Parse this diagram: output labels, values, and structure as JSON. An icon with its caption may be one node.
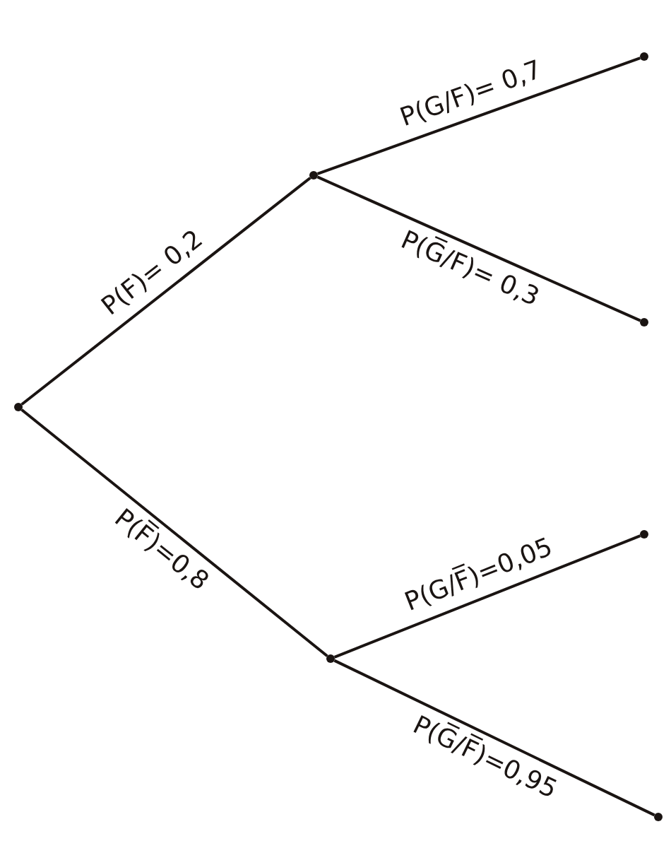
{
  "diagram": {
    "nodes": [
      {
        "text": [],
        "shape": "circle"
      },
      {
        "text": [],
        "shape": "circle"
      },
      {
        "text": [],
        "shape": "circle"
      },
      {
        "text": [],
        "shape": "circle"
      },
      {
        "text": [],
        "shape": "circle"
      },
      {
        "text": [],
        "shape": "circle"
      },
      {
        "text": [],
        "shape": "circle"
      }
    ],
    "edges": [
      {
        "from": 0,
        "to": 1,
        "arrow": "none",
        "label": "P(F)= 0,2"
      },
      {
        "from": 0,
        "to": 2,
        "arrow": "none",
        "label": "P(F̅)=0,8"
      },
      {
        "from": 1,
        "to": 3,
        "arrow": "none",
        "label": "P(G/F)= 0,7"
      },
      {
        "from": 1,
        "to": 4,
        "arrow": "none",
        "label": "P(G̅/F)= 0,3"
      },
      {
        "from": 2,
        "to": 5,
        "arrow": "none",
        "label": "P(G/F̅)=0,05"
      },
      {
        "from": 2,
        "to": 6,
        "arrow": "none",
        "label": "P(G̅/F̅)=0,95"
      }
    ]
  }
}
